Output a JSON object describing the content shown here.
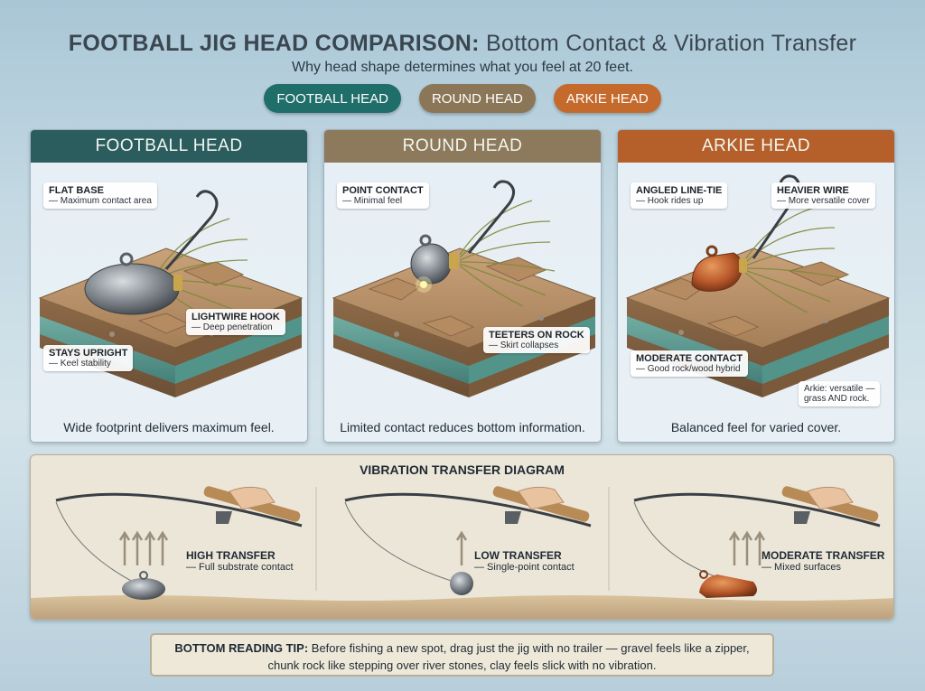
{
  "header": {
    "title_bold": "FOOTBALL JIG HEAD COMPARISON:",
    "title_rest": " Bottom Contact & Vibration Transfer",
    "subtitle": "Why head shape determines what you feel at 20 feet."
  },
  "legend": [
    {
      "label": "FOOTBALL HEAD",
      "color": "#1f6e6a"
    },
    {
      "label": "ROUND HEAD",
      "color": "#8b7657"
    },
    {
      "label": "ARKIE HEAD",
      "color": "#c46a2c"
    }
  ],
  "panels": [
    {
      "title": "FOOTBALL HEAD",
      "header_color": "#2b5d5f",
      "caption": "Wide footprint delivers maximum feel.",
      "callouts": [
        {
          "title": "FLAT BASE",
          "desc": "— Maximum contact area"
        },
        {
          "title": "LIGHTWIRE HOOK",
          "desc": "— Deep penetration"
        },
        {
          "title": "STAYS UPRIGHT",
          "desc": "— Keel stability"
        }
      ]
    },
    {
      "title": "ROUND HEAD",
      "header_color": "#8d7a5c",
      "caption": "Limited contact reduces bottom information.",
      "callouts": [
        {
          "title": "POINT CONTACT",
          "desc": "— Minimal feel"
        },
        {
          "title": "TEETERS ON ROCK",
          "desc": "— Skirt collapses"
        }
      ]
    },
    {
      "title": "ARKIE HEAD",
      "header_color": "#b5602a",
      "caption": "Balanced feel for varied cover.",
      "callouts": [
        {
          "title": "ANGLED LINE-TIE",
          "desc": "— Hook rides up"
        },
        {
          "title": "HEAVIER WIRE",
          "desc": "— More versatile cover"
        },
        {
          "title": "MODERATE CONTACT",
          "desc": "— Good rock/wood hybrid"
        }
      ],
      "note_line1": "Arkie: versatile —",
      "note_line2": "grass AND rock."
    }
  ],
  "vibration": {
    "title": "VIBRATION TRANSFER DIAGRAM",
    "items": [
      {
        "title": "HIGH TRANSFER",
        "desc": "— Full substrate contact",
        "arrows": 4
      },
      {
        "title": "LOW TRANSFER",
        "desc": "— Single-point contact",
        "arrows": 1
      },
      {
        "title": "MODERATE TRANSFER",
        "desc": "— Mixed surfaces",
        "arrows": 3
      }
    ]
  },
  "tip": {
    "label": "BOTTOM READING TIP:",
    "text": " Before fishing a new spot, drag just the jig with no trailer — gravel feels like a zipper, chunk rock like stepping over river stones, clay feels slick with no vibration."
  }
}
